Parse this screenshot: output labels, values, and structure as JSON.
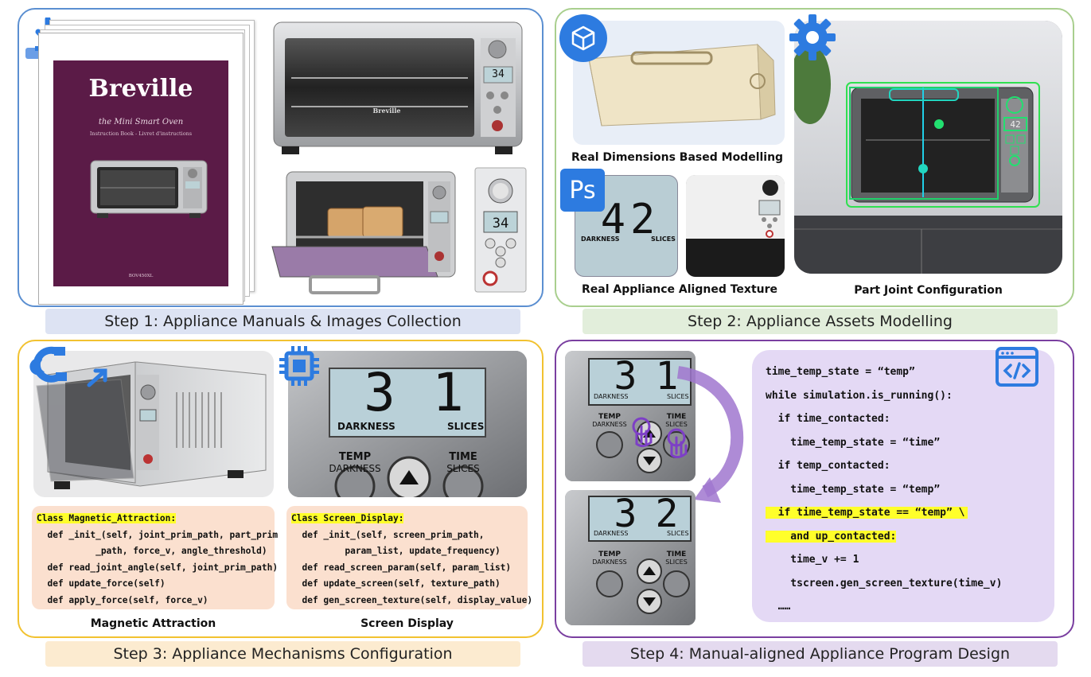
{
  "step1": {
    "banner": "Step 1: Appliance Manuals & Images Collection",
    "manual": {
      "brand": "Breville",
      "title": "the Mini Smart Oven",
      "subtitle": "Instruction Book - Livret d'instructions",
      "model": "BOV450XL"
    },
    "oven_display": "34",
    "oven_brand": "Breville"
  },
  "step2": {
    "banner": "Step 2: Appliance Assets Modelling",
    "caption_dims": "Real Dimensions Based Modelling",
    "caption_texture": "Real Appliance Aligned Texture",
    "caption_joint": "Part Joint Configuration",
    "ps_label": "Ps",
    "texture_digits": "42",
    "texture_left": "DARKNESS",
    "texture_right": "SLICES",
    "joint_display": "42"
  },
  "step3": {
    "banner": "Step 3: Appliance Mechanisms Configuration",
    "caption_magnetic": "Magnetic Attraction",
    "caption_screen": "Screen Display",
    "screen_digits": [
      "3",
      "1"
    ],
    "screen_left": "DARKNESS",
    "screen_right": "SLICES",
    "btn_left_top": "TEMP",
    "btn_left_bottom": "DARKNESS",
    "btn_right_top": "TIME",
    "btn_right_bottom": "SLICES",
    "code_magnetic": [
      "Class Magnetic_Attraction:",
      "  def _init_(self, joint_prim_path, part_prim",
      "           _path, force_v, angle_threshold)",
      "  def read_joint_angle(self, joint_prim_path)",
      "  def update_force(self)",
      "  def apply_force(self, force_v)"
    ],
    "code_screen": [
      "Class Screen_Display:",
      "  def _init_(self, screen_prim_path,",
      "          param_list, update_frequency)",
      "  def read_screen_param(self, param_list)",
      "  def update_screen(self, texture_path)",
      "  def gen_screen_texture(self, display_value)"
    ]
  },
  "step4": {
    "banner": "Step 4: Manual-aligned Appliance Program Design",
    "panel_top": {
      "digits": [
        "3",
        "1"
      ],
      "left": "DARKNESS",
      "right": "SLICES",
      "btn_l1": "TEMP",
      "btn_l2": "DARKNESS",
      "btn_r1": "TIME",
      "btn_r2": "SLICES"
    },
    "panel_bottom": {
      "digits": [
        "3",
        "2"
      ],
      "left": "DARKNESS",
      "right": "SLICES",
      "btn_l1": "TEMP",
      "btn_l2": "DARKNESS",
      "btn_r1": "TIME",
      "btn_r2": "SLICES"
    },
    "code": [
      "time_temp_state = “temp”",
      "while simulation.is_running():",
      "  if time_contacted:",
      "    time_temp_state = “time”",
      "  if temp_contacted:",
      "    time_temp_state = “temp”",
      "  if time_temp_state == “temp” \\",
      "    and up_contacted:",
      "    time_v += 1",
      "    tscreen.gen_screen_texture(time_v)",
      "  ……"
    ]
  },
  "colors": {
    "step1_border": "#5b8fd1",
    "step2_border": "#a9cf8e",
    "step3_border": "#f2c230",
    "step4_border": "#7a3fa0",
    "step1_banner": "#dde3f3",
    "step2_banner": "#e2eedb",
    "step3_banner": "#fcebd0",
    "step4_banner": "#e4daef",
    "icon_blue": "#2d7be0",
    "highlight": "#ffff2a"
  }
}
